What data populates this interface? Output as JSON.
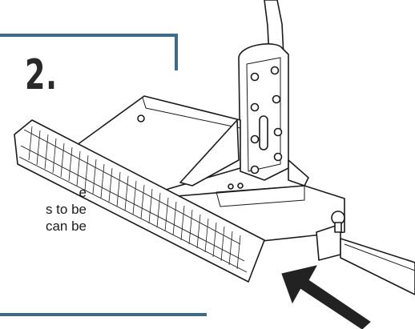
{
  "step": {
    "number": "2.",
    "caption_lines": [
      "e",
      "s to be",
      "can be"
    ]
  },
  "colors": {
    "frame_accent": "#3d6b8c",
    "drawing_stroke": "#1a1a1a",
    "arrow_fill": "#222222"
  }
}
